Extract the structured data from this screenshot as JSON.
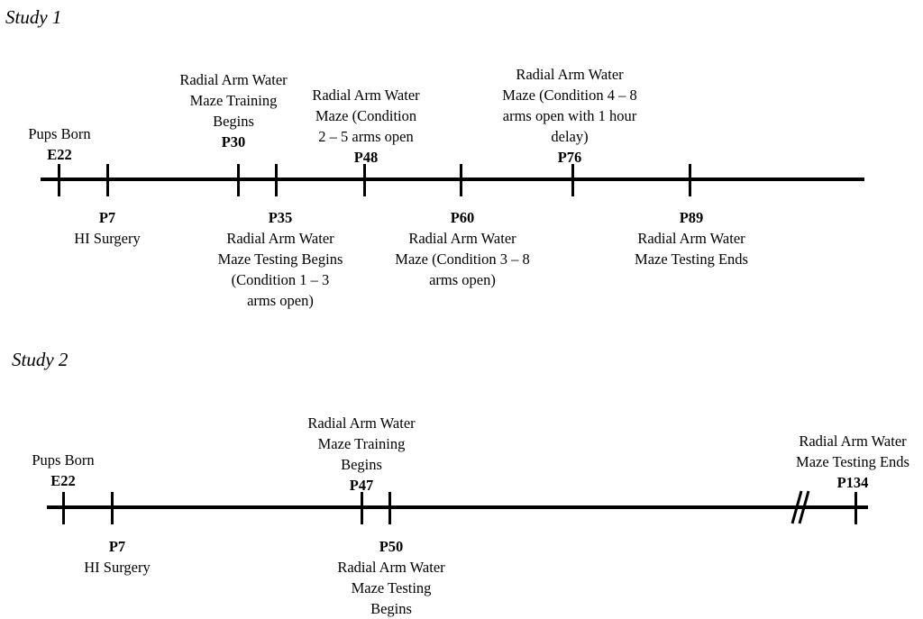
{
  "study1": {
    "title": "Study 1",
    "events": {
      "e22": {
        "day": "E22",
        "desc": [
          "Pups Born"
        ]
      },
      "p7": {
        "day": "P7",
        "desc": [
          "HI Surgery"
        ]
      },
      "p30": {
        "day": "P30",
        "desc": [
          "Radial Arm Water",
          "Maze Training",
          "Begins"
        ]
      },
      "p35": {
        "day": "P35",
        "desc": [
          "Radial Arm Water",
          "Maze Testing Begins",
          "(Condition 1 – 3",
          "arms open)"
        ]
      },
      "p48": {
        "day": "P48",
        "desc": [
          "Radial Arm Water",
          "Maze (Condition",
          "2 – 5 arms open"
        ]
      },
      "p60": {
        "day": "P60",
        "desc": [
          "Radial Arm Water",
          "Maze (Condition 3 – 8",
          "arms open)"
        ]
      },
      "p76": {
        "day": "P76",
        "desc": [
          "Radial Arm Water",
          "Maze (Condition 4 – 8",
          "arms open with 1 hour",
          "delay)"
        ]
      },
      "p89": {
        "day": "P89",
        "desc": [
          "Radial Arm Water",
          "Maze Testing Ends"
        ]
      }
    }
  },
  "study2": {
    "title": "Study 2",
    "events": {
      "e22": {
        "day": "E22",
        "desc": [
          "Pups Born"
        ]
      },
      "p7": {
        "day": "P7",
        "desc": [
          "HI Surgery"
        ]
      },
      "p47": {
        "day": "P47",
        "desc": [
          "Radial Arm Water",
          "Maze Training",
          "Begins"
        ]
      },
      "p50": {
        "day": "P50",
        "desc": [
          "Radial Arm Water",
          "Maze Testing",
          "Begins"
        ]
      },
      "p134": {
        "day": "P134",
        "desc": [
          "Radial Arm Water",
          "Maze Testing Ends"
        ]
      }
    }
  }
}
